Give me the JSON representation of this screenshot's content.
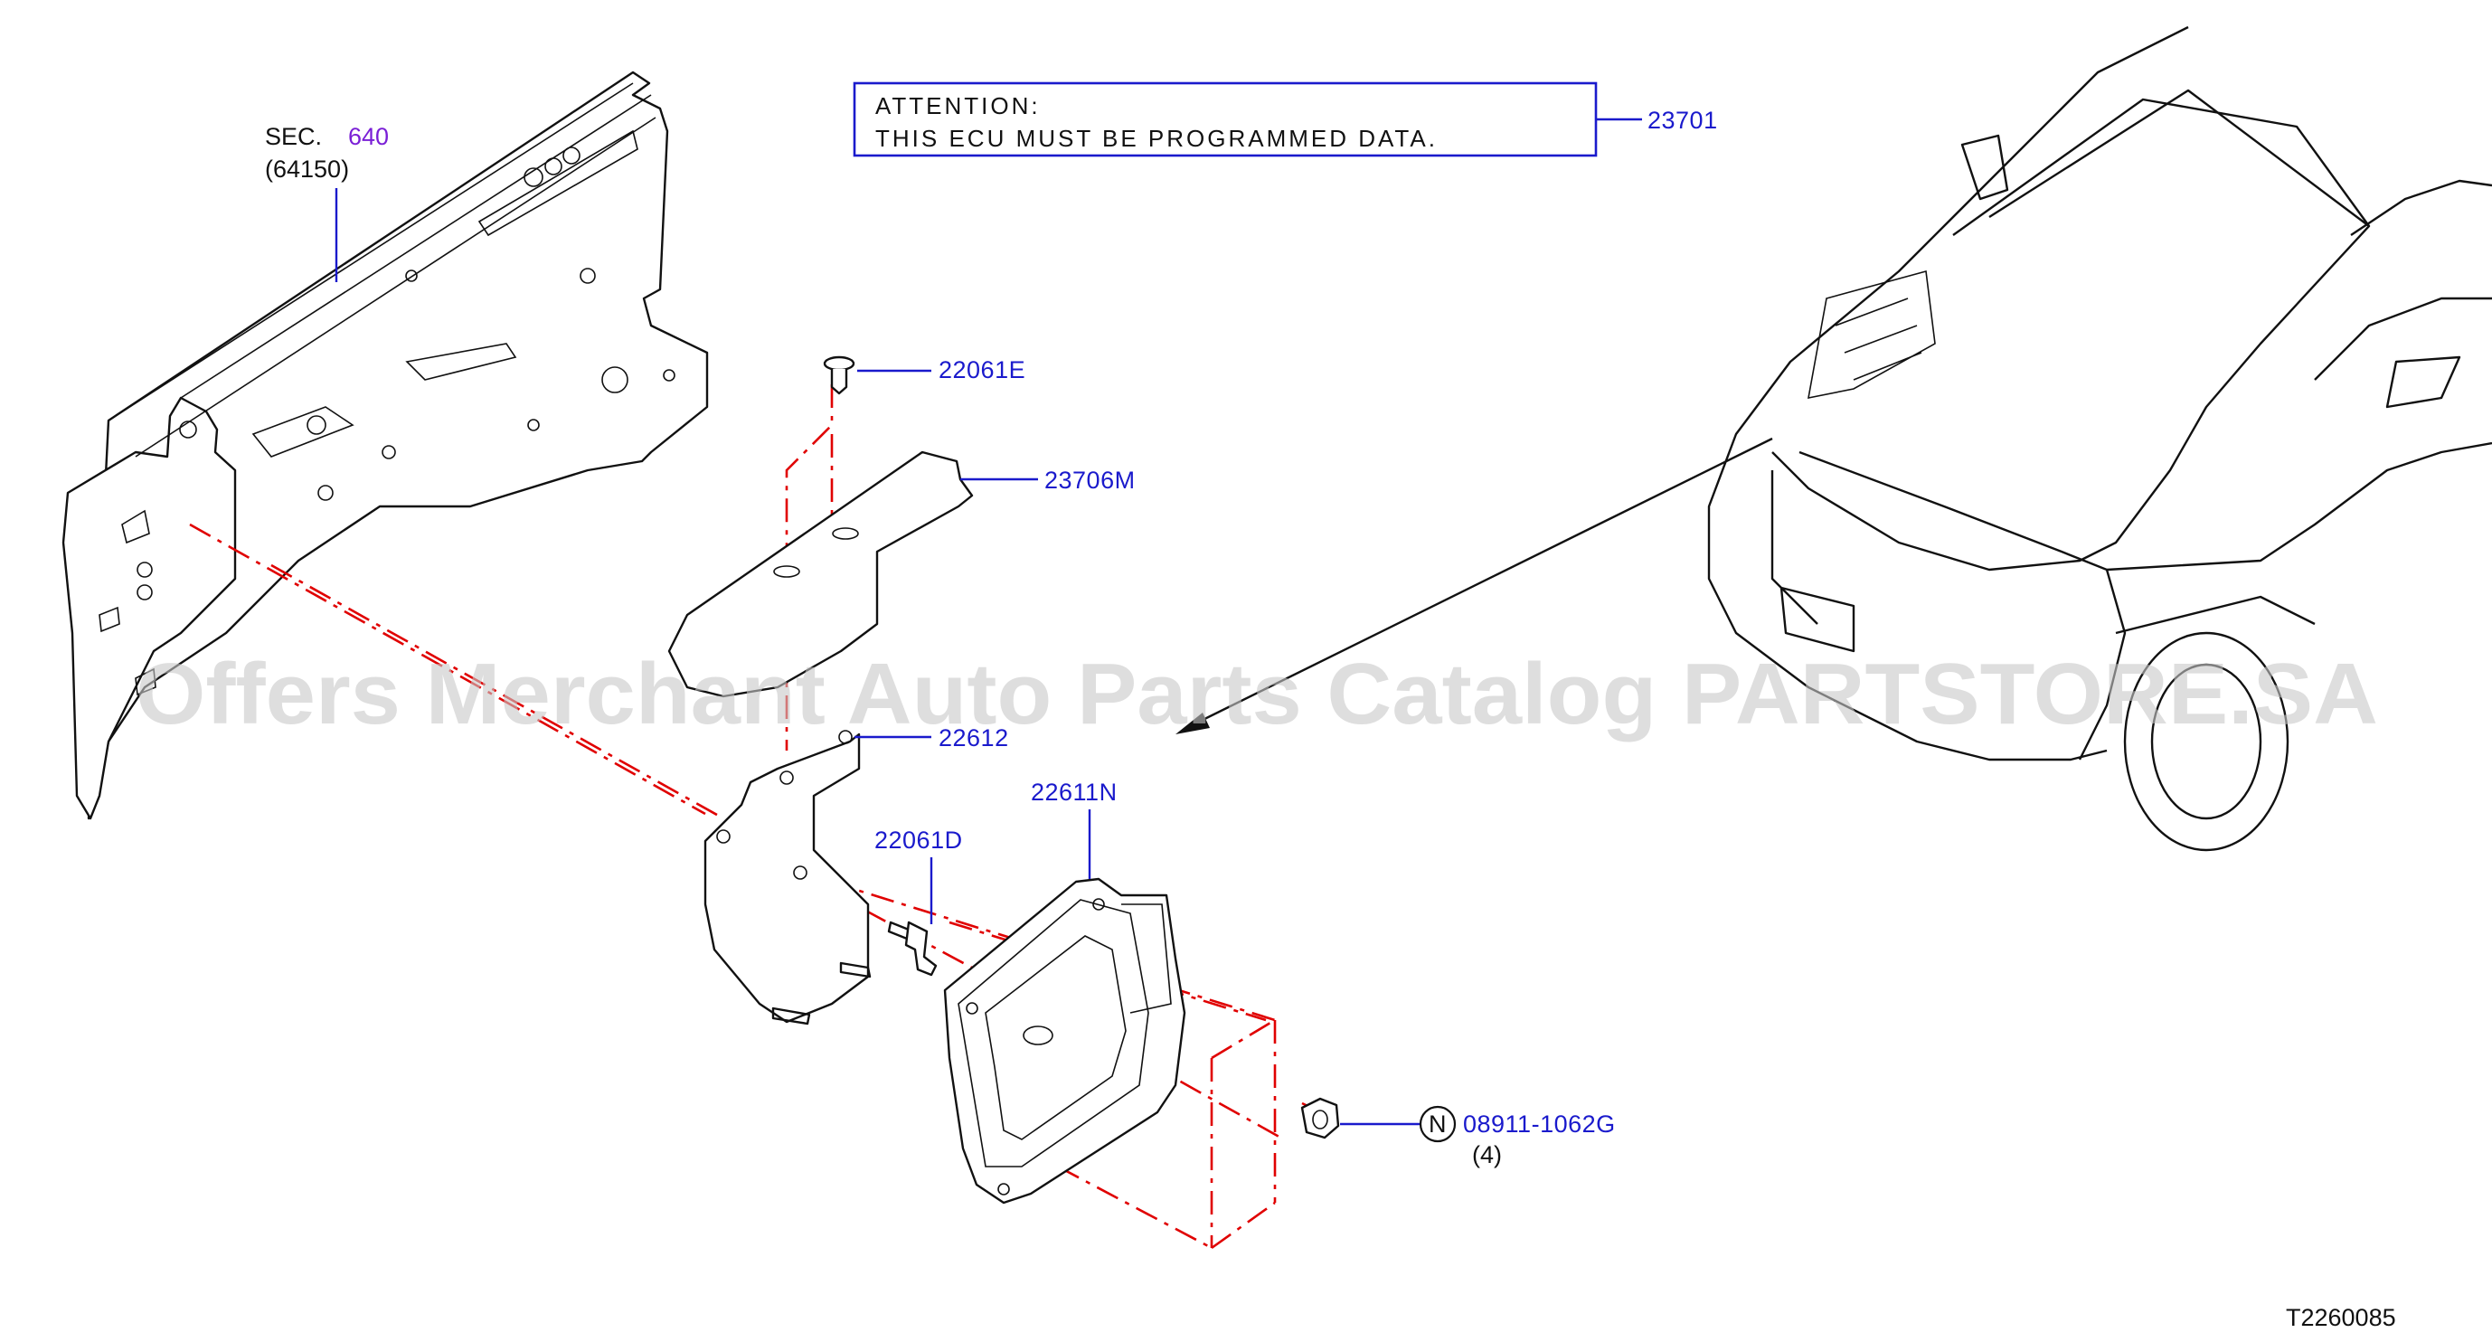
{
  "attention_note": {
    "line1": "ATTENTION:",
    "line2": "THIS   ECU   MUST   BE   PROGRAMMED   DATA.",
    "part_number": "23701"
  },
  "section_ref": {
    "prefix": "SEC.",
    "number": "640",
    "sub": "(64150)"
  },
  "callouts": {
    "clip_top": "22061E",
    "cover": "23706M",
    "bracket": "22612",
    "ecu": "22611N",
    "bolt": "22061D",
    "nut_symbol": "N",
    "nut": "08911-1062G",
    "nut_qty": "(4)"
  },
  "diagram_id": "T2260085",
  "watermark": "Offers Merchant Auto Parts Catalog PARTSTORE.SA",
  "colors": {
    "callout_text": "#1a1acc",
    "section_link": "#7a1fd6",
    "hidden_lines": "#e00000",
    "line_art": "#111111"
  }
}
